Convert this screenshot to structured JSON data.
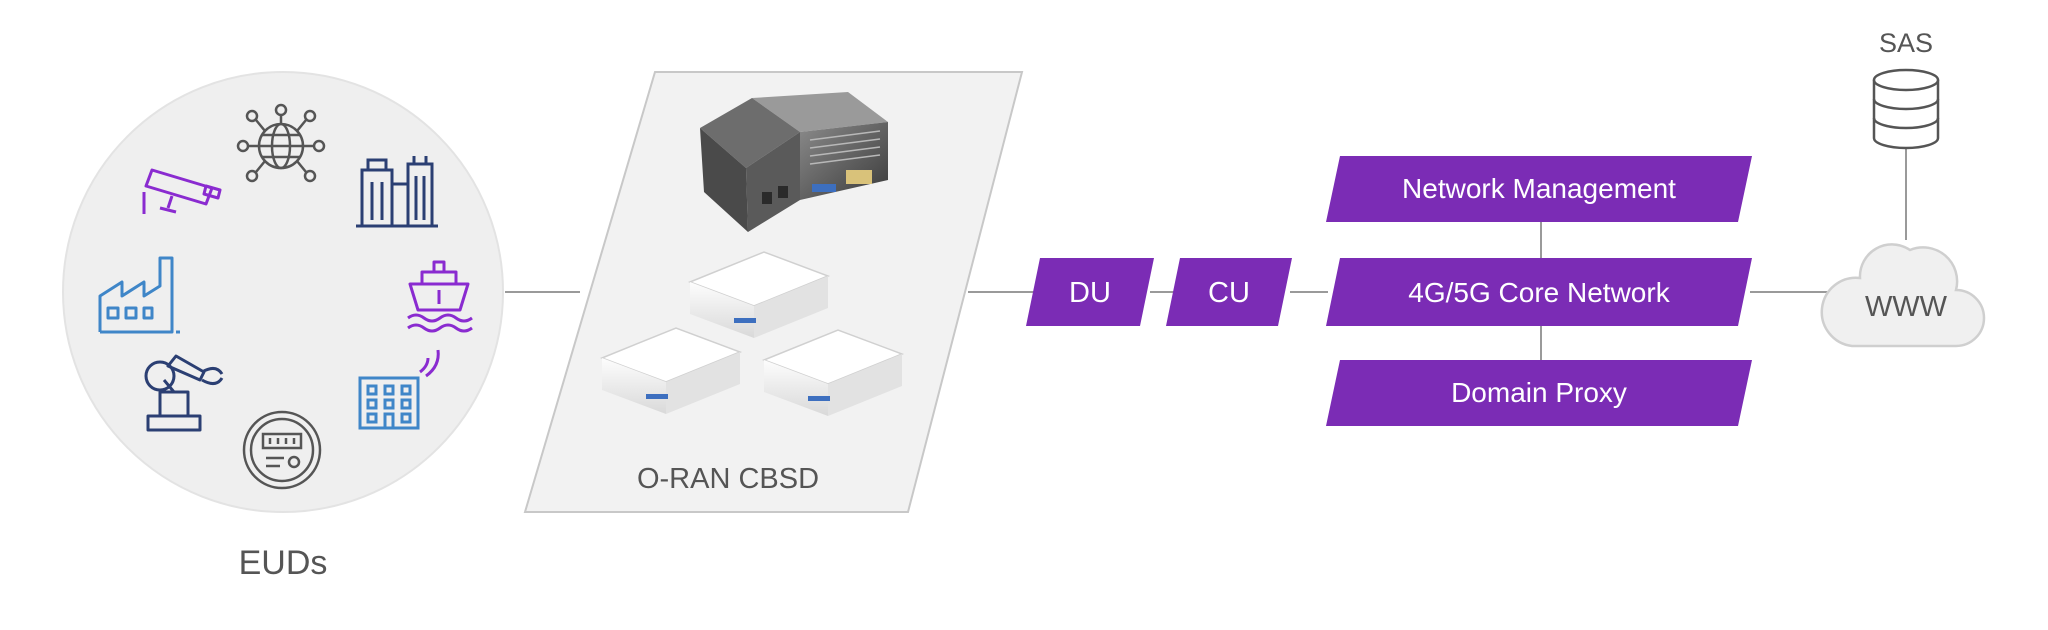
{
  "eud_circle": {
    "label": "EUDs",
    "icons": [
      "cctv-camera-icon",
      "globe-network-icon",
      "buildings-icon",
      "factory-icon",
      "ship-icon",
      "robot-arm-icon",
      "smart-building-icon",
      "meter-icon"
    ]
  },
  "cbsd_panel": {
    "label": "O-RAN CBSD",
    "devices": [
      "outdoor-radio-unit",
      "indoor-small-cell-1",
      "indoor-small-cell-2",
      "indoor-small-cell-3"
    ]
  },
  "nodes": {
    "du": "DU",
    "cu": "CU",
    "network_management": "Network Management",
    "core_network": "4G/5G Core Network",
    "domain_proxy": "Domain Proxy",
    "sas": "SAS",
    "www": "WWW"
  },
  "colors": {
    "accent": "#7b2cb5",
    "line": "#9a9a9a",
    "panel_fill": "#f2f2f2",
    "icon_purple": "#8a2bd0",
    "icon_blue": "#3f86c8",
    "icon_navy": "#2b3f73"
  }
}
